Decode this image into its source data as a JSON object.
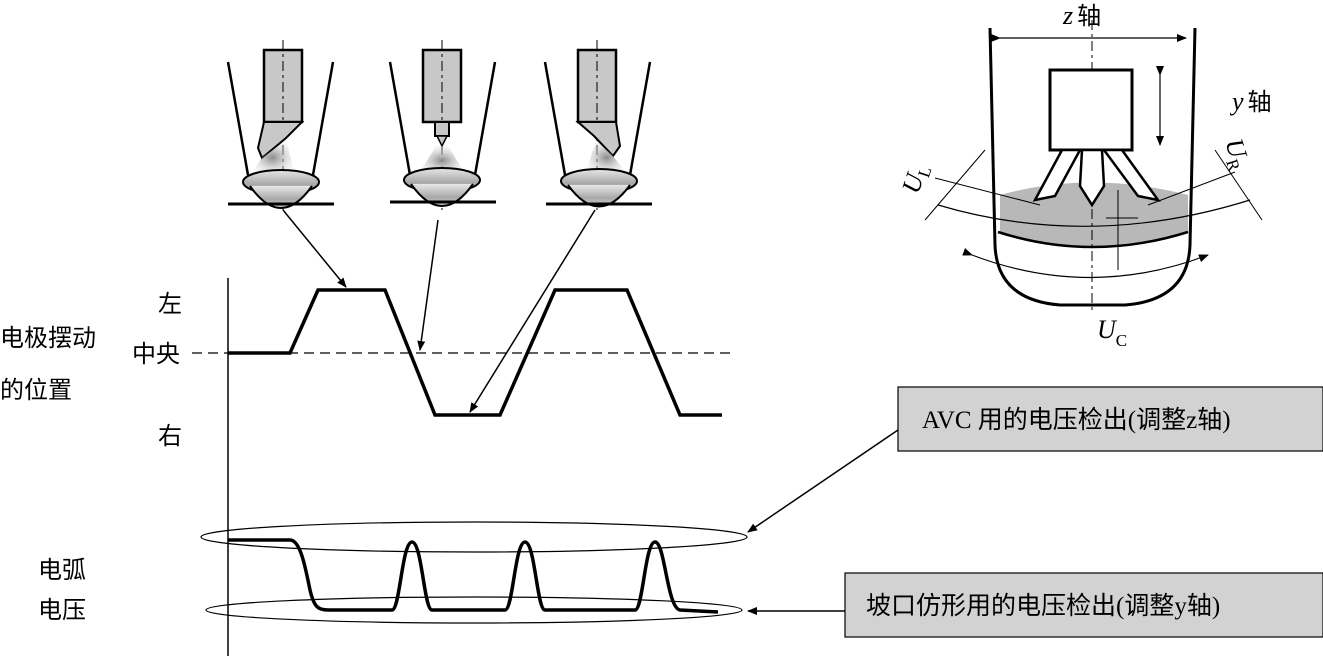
{
  "left_axis": {
    "label_line1": "电极摆动",
    "label_line2": "的位置",
    "tick_left": "左",
    "tick_center": "中央",
    "tick_right": "右"
  },
  "voltage_axis": {
    "label_line1": "电弧",
    "label_line2": "电压"
  },
  "right_schematic": {
    "z_axis_var": "z",
    "z_axis_word": "轴",
    "y_axis_var": "y",
    "y_axis_word": "轴",
    "ul_main": "U",
    "ul_sub": "L",
    "ur_main": "U",
    "ur_sub": "R",
    "uc_main": "U",
    "uc_sub": "C"
  },
  "callouts": {
    "avc_label": "AVC 用的电压检出(调整z轴)",
    "groove_label": "坡口仿形用的电压检出(调整y轴)"
  },
  "colors": {
    "box_fill": "#d2d2d2",
    "electrode_fill": "#c8c8c8",
    "arc_fill": "#909090",
    "line": "#000000"
  }
}
